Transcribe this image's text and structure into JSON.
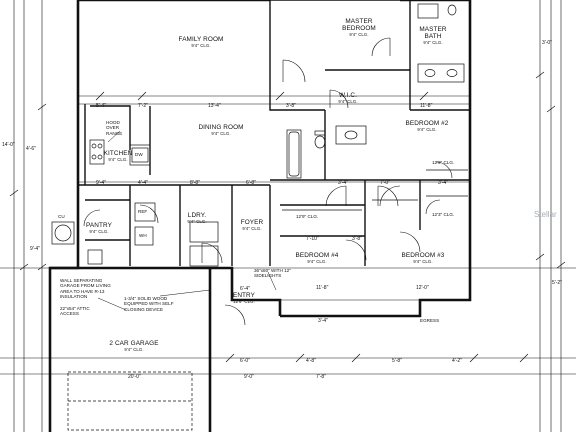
{
  "rooms": {
    "family": {
      "name": "FAMILY ROOM",
      "ceiling": "9'4\" CLG."
    },
    "master": {
      "name": "MASTER BEDROOM",
      "ceiling": "9'4\" CLG."
    },
    "mbath": {
      "name": "MASTER BATH",
      "ceiling": "9'4\" CLG."
    },
    "wic": {
      "name": "W.I.C.",
      "ceiling": "9'4\" CLG."
    },
    "dining": {
      "name": "DINING ROOM",
      "ceiling": "9'4\" CLG."
    },
    "kitchen": {
      "name": "KITCHEN",
      "ceiling": "9'4\" CLG."
    },
    "bed2": {
      "name": "BEDROOM #2",
      "ceiling": "9'4\" CLG."
    },
    "pantry": {
      "name": "PANTRY",
      "ceiling": "9'4\" CLG."
    },
    "laundry": {
      "name": "LDRY.",
      "ceiling": "9'4\" CLG."
    },
    "foyer": {
      "name": "FOYER",
      "ceiling": "9'4\" CLG."
    },
    "bed4": {
      "name": "BEDROOM #4",
      "ceiling": "9'4\" CLG."
    },
    "bed3": {
      "name": "BEDROOM #3",
      "ceiling": "9'4\" CLG."
    },
    "entry": {
      "name": "ENTRY",
      "ceiling": "12'6\" CLG."
    },
    "garage": {
      "name": "2 CAR GARAGE",
      "ceiling": "9'4\" CLG."
    }
  },
  "fixtures": {
    "hood": "HOOD OVER RANGE",
    "dw": "DW",
    "ref": "REF",
    "wh": "WH",
    "cu": "CU",
    "closet1": "12'9\" CLG.",
    "closet2": "12'9\" CLG.",
    "closet3": "12'3\" CLG."
  },
  "notes": {
    "wall": "WALL SEPARATING GARAGE FROM LIVING AREA TO HAVE R-13 INSULATION",
    "attic": "22\"x54\" ATTIC ACCESS",
    "door": "1-3/4\" SOLID WOOD EQUIPPED WITH SELF CLOSING DEVICE",
    "sidelights": "36\"x80\" WITH 12\" SIDELIGHTS",
    "egress": "EGRESS"
  },
  "dims": {
    "d1": "5'-4\"",
    "d2": "13'-4\"",
    "d3": "3'-8\"",
    "d4": "11'-8\"",
    "d5": "7'-2\"",
    "d6": "9'-4\"",
    "d7": "4'-4\"",
    "d8": "3'-4\"",
    "d9": "8'-8\"",
    "d10": "6'-8\"",
    "d11": "7'-0\"",
    "d12": "3'-4\"",
    "d13": "3'-8\"",
    "d14": "7'-10\"",
    "d15": "11'-8\"",
    "d16": "12'-0\"",
    "d17": "6'-4\"",
    "d18": "3'-4\"",
    "d19": "6'-0\"",
    "d20": "4'-8\"",
    "d21": "20'-0\"",
    "d22": "5'-8\"",
    "d23": "7'-8\"",
    "d24": "9'-0\"",
    "d25": "4'-2\"",
    "d26": "4'-6\"",
    "d27": "14'-0\"",
    "d28": "5'-2\"",
    "d29": "3'-0\"",
    "d30": "9'-4\""
  },
  "watermark": "Stellar"
}
